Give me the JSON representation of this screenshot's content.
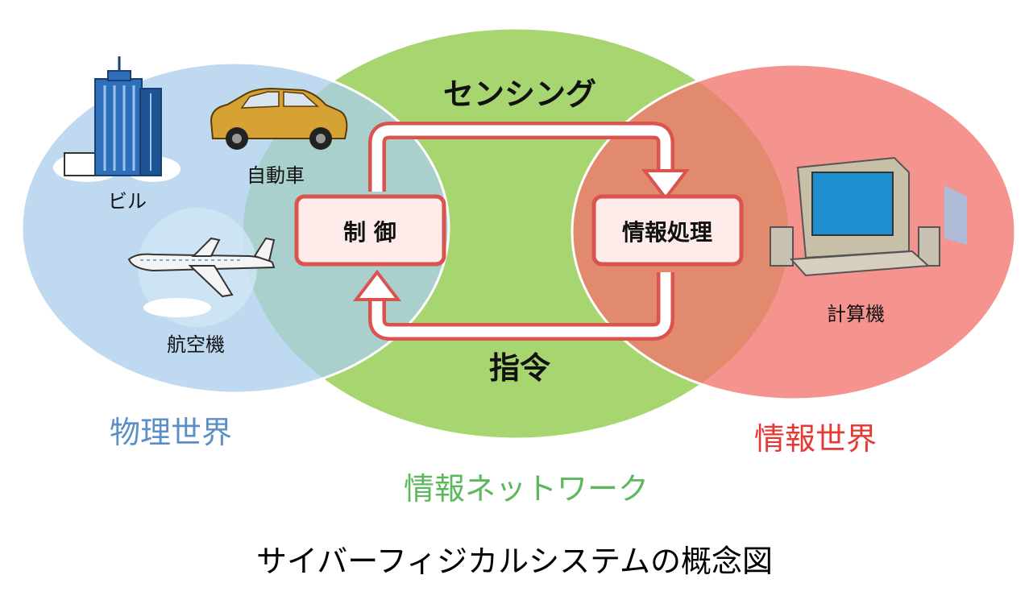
{
  "labels": {
    "sensing": "センシング",
    "command": "指令",
    "control": "制 御",
    "info_processing": "情報処理",
    "building": "ビル",
    "car": "自動車",
    "airplane": "航空機",
    "computer": "計算機",
    "physical_world": "物理世界",
    "info_world": "情報世界",
    "info_network": "情報ネットワーク"
  },
  "caption": "サイバーフィジカルシステムの概念図",
  "colors": {
    "physical": "#a9cdeb",
    "network": "#a7d56f",
    "info": "#f2756e",
    "arrow": "#d9534f",
    "physical_text": "#5b8fc7",
    "network_text": "#5cb85c",
    "info_text": "#e53935"
  },
  "icons": {
    "building": "building-icon",
    "car": "car-icon",
    "airplane": "airplane-icon",
    "computer": "computer-icon"
  }
}
